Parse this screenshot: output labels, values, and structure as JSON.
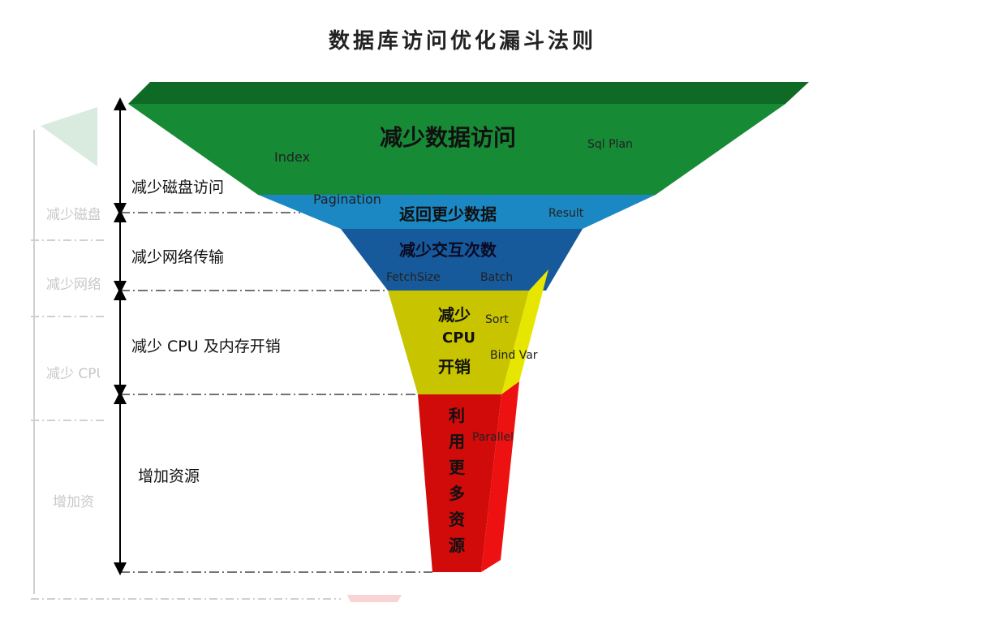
{
  "title": "数据库访问优化漏斗法则",
  "stages": [
    {
      "label": "减少磁盘访问",
      "ghost": "减少磁盘",
      "main": "减少数据访问",
      "color": "#178a36",
      "color_dark": "#0f6a25"
    },
    {
      "label": "",
      "ghost": "",
      "main": "返回更少数据",
      "color": "#1b88c4",
      "color_dark": "#1670a3"
    },
    {
      "label": "减少网络传输",
      "ghost": "减少网络",
      "main": "减少交互次数",
      "color": "#175a9c",
      "color_dark": "#124a82"
    },
    {
      "label": "减少 CPU 及内存开销",
      "ghost": "减少 CPU",
      "main_lines": [
        "减少",
        "CPU",
        "开销"
      ],
      "color": "#c8c400",
      "color_dark": "#e6e600"
    },
    {
      "label": "增加资源",
      "ghost": "增加资",
      "main_vertical": "利用更多资源",
      "color": "#d10a0a",
      "color_dark": "#ee1111"
    }
  ],
  "techniques": [
    "Index",
    "Sql Plan",
    "Pagination",
    "Result",
    "FetchSize",
    "Batch",
    "Sort",
    "Bind Var",
    "Parallel"
  ],
  "colors": {
    "arrow": "#000000",
    "dash": "#444444",
    "ghost_line": "#d0d0d0",
    "ghost_funnel": "#cfe6d6"
  }
}
